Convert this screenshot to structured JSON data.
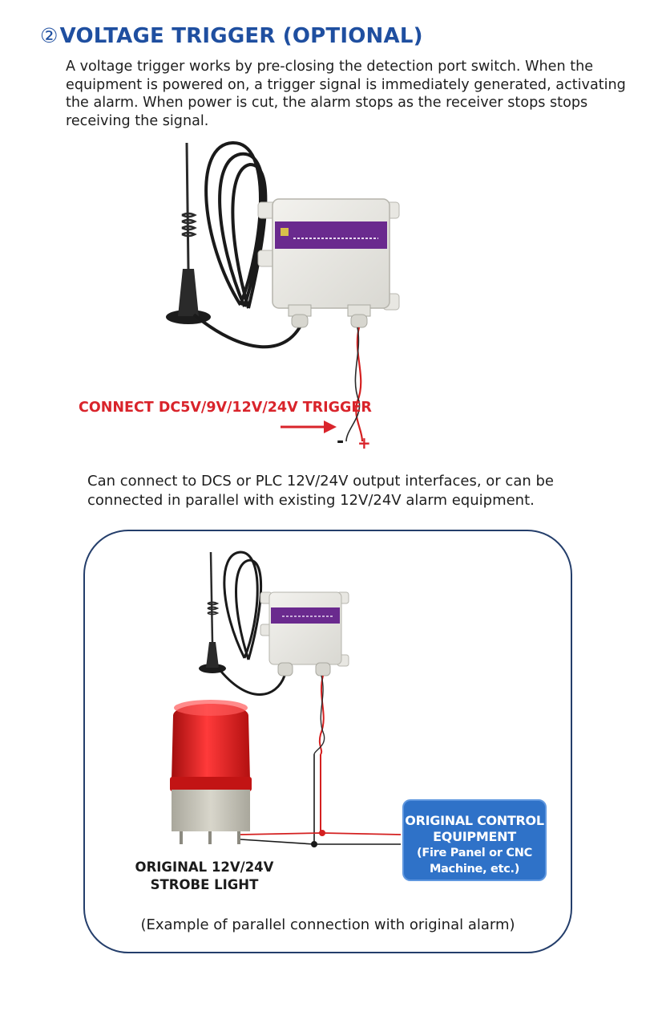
{
  "heading": {
    "number": "②",
    "title": "VOLTAGE TRIGGER (OPTIONAL)"
  },
  "intro": "A voltage trigger works by pre-closing the detection port switch. When the equipment is powered on, a trigger signal is immediately generated, activating the alarm. When power is cut, the alarm stops as the receiver stops stops receiving the signal.",
  "trigger": {
    "label": "CONNECT DC5V/9V/12V/24V TRIGGER",
    "minus": "-",
    "plus": "+"
  },
  "description": "Can connect to DCS or PLC 12V/24V output interfaces, or can be connected in parallel with existing 12V/24V alarm equipment.",
  "strobe": {
    "line1": "ORIGINAL 12V/24V",
    "line2": "STROBE LIGHT"
  },
  "control_equipment": {
    "line1": "ORIGINAL CONTROL",
    "line2": "EQUIPMENT",
    "line3": "(Fire Panel or CNC",
    "line4": "Machine, etc.)"
  },
  "caption": "(Example of parallel connection with original alarm)",
  "colors": {
    "heading": "#1f4fa0",
    "trigger_text": "#d9242b",
    "panel_border": "#243e6b",
    "control_box": "#2f72c8",
    "device_label": "#6a2a8e",
    "strobe_red": "#e01515"
  }
}
